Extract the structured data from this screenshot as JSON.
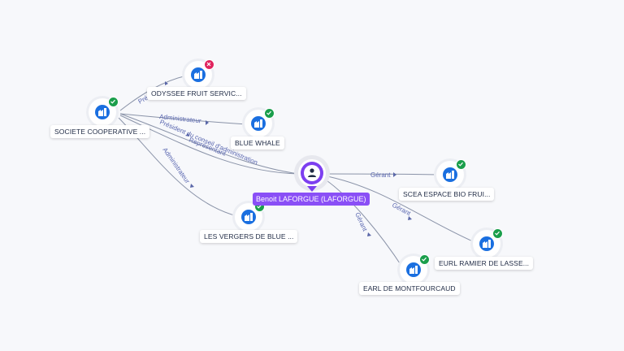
{
  "center": {
    "label": "Benoit LAFORGUE (LAFORGUE)",
    "icon": "person-icon",
    "color": "#7d3ff0"
  },
  "companies": [
    {
      "label": "SOCIETE COOPERATIVE ...",
      "status": "active",
      "icon": "company-icon"
    },
    {
      "label": "ODYSSEE FRUIT SERVIC...",
      "status": "inactive",
      "icon": "company-icon"
    },
    {
      "label": "BLUE WHALE",
      "status": "active",
      "icon": "company-icon"
    },
    {
      "label": "LES VERGERS DE BLUE ...",
      "status": "active",
      "icon": "company-icon"
    },
    {
      "label": "SCEA ESPACE BIO FRUI...",
      "status": "active",
      "icon": "company-icon"
    },
    {
      "label": "EURL RAMIER DE LASSE...",
      "status": "active",
      "icon": "company-icon"
    },
    {
      "label": "EARL DE MONTFOURCAUD",
      "status": "active",
      "icon": "company-icon"
    }
  ],
  "edges": [
    {
      "label": "Gérant"
    },
    {
      "label": "Gérant"
    },
    {
      "label": "Gérant"
    },
    {
      "label": "Président du conseil d'administration"
    },
    {
      "label": "Représentant"
    },
    {
      "label": "Pré..."
    },
    {
      "label": "Administrateur"
    },
    {
      "label": "Administrateur"
    }
  ],
  "colors": {
    "brand": "#1a6fe0",
    "active": "#1a9e4b",
    "inactive": "#e0245e",
    "edge_label": "#5a67b0"
  }
}
